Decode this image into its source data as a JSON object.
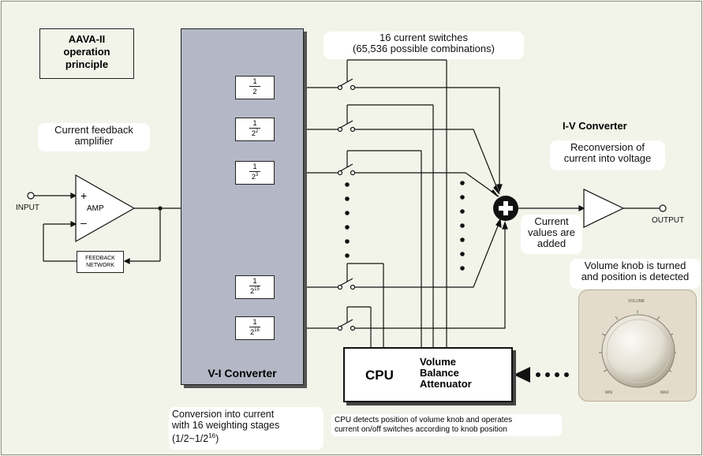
{
  "title_lines": [
    "AAVA-II",
    "operation",
    "principle"
  ],
  "labels": {
    "input": "INPUT",
    "output": "OUTPUT",
    "amp": "AMP",
    "amp_plus": "+",
    "amp_minus": "–",
    "feedback_lines": [
      "FEEDBACK",
      "NETWORK"
    ],
    "cfa_lines": [
      "Current feedback",
      "amplifier"
    ],
    "switches_lines": [
      "16 current switches",
      "(65,536 possible combinations)"
    ],
    "iv_title": "I-V Converter",
    "iv_desc_lines": [
      "Reconversion of",
      "current into voltage"
    ],
    "added_lines": [
      "Current",
      "values are",
      "added"
    ],
    "vi_label": "V-I Converter",
    "conversion_lines": [
      "Conversion into current",
      "with 16 weighting stages",
      "(1/2~1/2",
      "16",
      ")"
    ],
    "cpu": "CPU",
    "cpu_functions": [
      "Volume",
      "Balance",
      "Attenuator"
    ],
    "cpu_note_lines": [
      "CPU detects position of volume knob and operates",
      "current on/off switches according to knob position"
    ],
    "knob_caption_lines": [
      "Volume knob is turned",
      "and position is detected"
    ],
    "knob_label": "VOLUME",
    "knob_min": "MIN",
    "knob_max": "MAX"
  },
  "fractions": [
    {
      "num": "1",
      "base": "2",
      "exp": ""
    },
    {
      "num": "1",
      "base": "2",
      "exp": "2"
    },
    {
      "num": "1",
      "base": "2",
      "exp": "3"
    },
    {
      "num": "1",
      "base": "2",
      "exp": "15"
    },
    {
      "num": "1",
      "base": "2",
      "exp": "16"
    }
  ],
  "colors": {
    "background": "#f3f4e9",
    "converter_fill": "#b4b7c5",
    "line": "#111111"
  }
}
